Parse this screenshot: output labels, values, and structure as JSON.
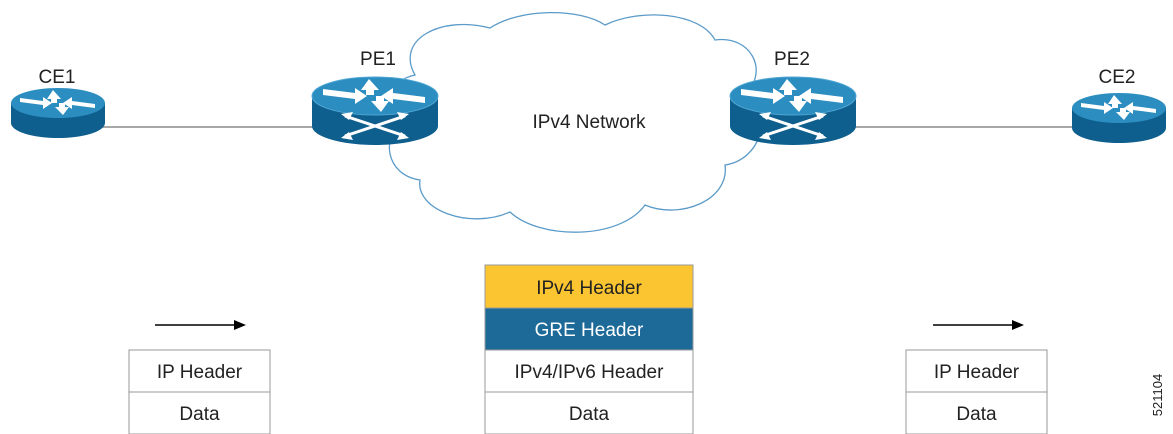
{
  "nodes": {
    "ce1": {
      "label": "CE1"
    },
    "pe1": {
      "label": "PE1"
    },
    "pe2": {
      "label": "PE2"
    },
    "ce2": {
      "label": "CE2"
    }
  },
  "cloud": {
    "label": "IPv4 Network"
  },
  "stacks": {
    "left": {
      "header": "IP Header",
      "data": "Data"
    },
    "middle": {
      "outer_header": "IPv4 Header",
      "gre_header": "GRE Header",
      "inner_header": "IPv4/IPv6 Header",
      "data": "Data"
    },
    "right": {
      "header": "IP Header",
      "data": "Data"
    }
  },
  "figure_id": "521104",
  "colors": {
    "router_top": "#1f7fb0",
    "router_side": "#0f5f8e",
    "cloud_stroke": "#5b9bc9",
    "link": "#a8a8a8",
    "ipv4_header_fill": "#fbc531",
    "gre_header_fill": "#1d6a99",
    "gre_header_text": "#ffffff"
  }
}
